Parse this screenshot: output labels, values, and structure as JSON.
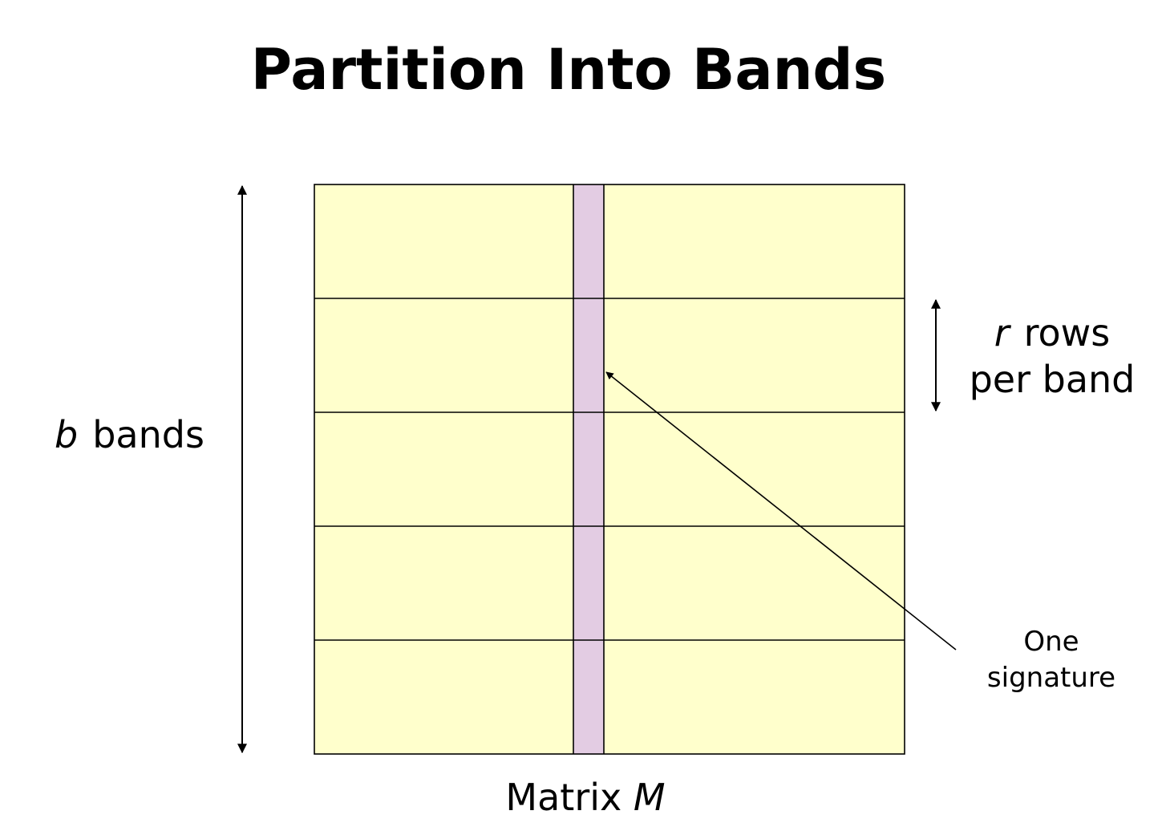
{
  "title": "Partition Into Bands",
  "labels": {
    "bands_var": "b",
    "bands_text": "bands",
    "rows_var": "r",
    "rows_text": "rows",
    "rows_line2": "per band",
    "matrix_text": "Matrix",
    "matrix_var": "M",
    "signature_line1": "One",
    "signature_line2": "signature"
  },
  "matrix": {
    "band_count": 5
  },
  "colors": {
    "matrix_fill": "#ffffcc",
    "signature_fill": "#e3cce3",
    "lines": "#000000"
  }
}
